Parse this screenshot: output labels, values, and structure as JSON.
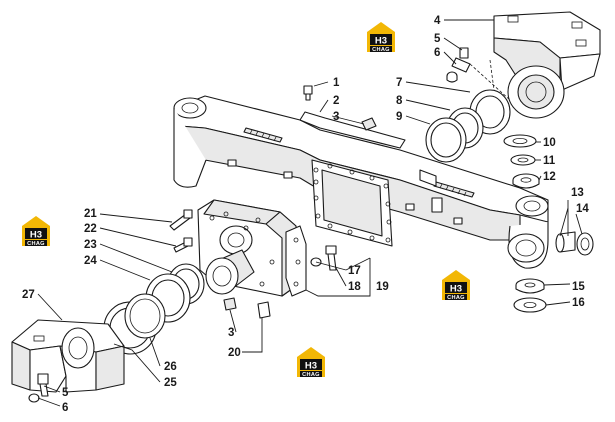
{
  "colors": {
    "logo_yellow": "#f2b705",
    "logo_black": "#111111",
    "line": "#1a1a1a"
  },
  "watermark": {
    "mark": "H3",
    "brand": "CHAG"
  },
  "callouts": {
    "c1": "1",
    "c2": "2",
    "c3a": "3",
    "c3b": "3",
    "c4": "4",
    "c5a": "5",
    "c5b": "5",
    "c6a": "6",
    "c6b": "6",
    "c7": "7",
    "c8": "8",
    "c9": "9",
    "c10": "10",
    "c11": "11",
    "c12": "12",
    "c13": "13",
    "c14": "14",
    "c15": "15",
    "c16": "16",
    "c17": "17",
    "c18": "18",
    "c19": "19",
    "c20": "20",
    "c21": "21",
    "c22": "22",
    "c23": "23",
    "c24": "24",
    "c25": "25",
    "c26": "26",
    "c27": "27"
  }
}
